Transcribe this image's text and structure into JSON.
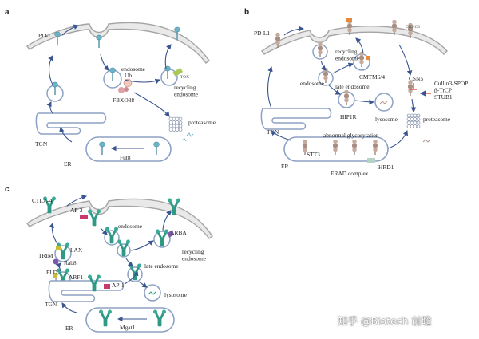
{
  "panel_a": {
    "letter": "a",
    "labels": {
      "pd1": "PD-1",
      "endosome": "endosome",
      "ub": "Ub",
      "fbxo38": "FBXO38",
      "tox": "TOX",
      "recycling_endosome": "recycling\nendosome",
      "proteasome": "proteasome",
      "tgn": "TGN",
      "er": "ER",
      "fut8": "Fut8"
    }
  },
  "panel_b": {
    "letter": "b",
    "labels": {
      "pdl1": "PD-L1",
      "recycling_endosome": "recycling\nendosome",
      "dhhc3": "DHHC3",
      "cmtm": "CMTM6/4",
      "csn5": "CSN5",
      "ligases": "Cullin3-SPOP\nβ-TrCP\nSTUB1",
      "endosome": "endosome",
      "late_endosome": "late endosome",
      "hip1r": "HIP1R",
      "lysosome": "lysosome",
      "proteasome": "proteasome",
      "tgn": "TGN",
      "abnormal_glyco": "abnormal glycosylation",
      "stt3": "STT3",
      "er": "ER",
      "erad": "ERAD complex",
      "hrd1": "HRD1"
    }
  },
  "panel_c": {
    "letter": "c",
    "labels": {
      "ctla4": "CTLA-4",
      "ap2": "AP-2",
      "endosome": "endosome",
      "lrba": "LRBA",
      "trim": "TRIM",
      "lax": "LAX",
      "rab8": "Rab8",
      "pld": "PLD",
      "arf1": "ARF1",
      "recycling_endosome": "recycling\nendosome",
      "late_endosome": "late endosome",
      "ap1": "AP-1",
      "lysosome": "lysosome",
      "tgn": "TGN",
      "er": "ER",
      "mgat1": "Mgat1"
    }
  },
  "watermark": "知乎 @Biotech 前瞻",
  "colors": {
    "membrane": "#e9e9e9",
    "vesicle_stroke": "#8da1c4",
    "arrow": "#3a5590",
    "pd1": "#6db3c8",
    "pdl1": "#b39a8e",
    "ctla4": "#2e9a86",
    "inhibit": "#d8342a"
  }
}
